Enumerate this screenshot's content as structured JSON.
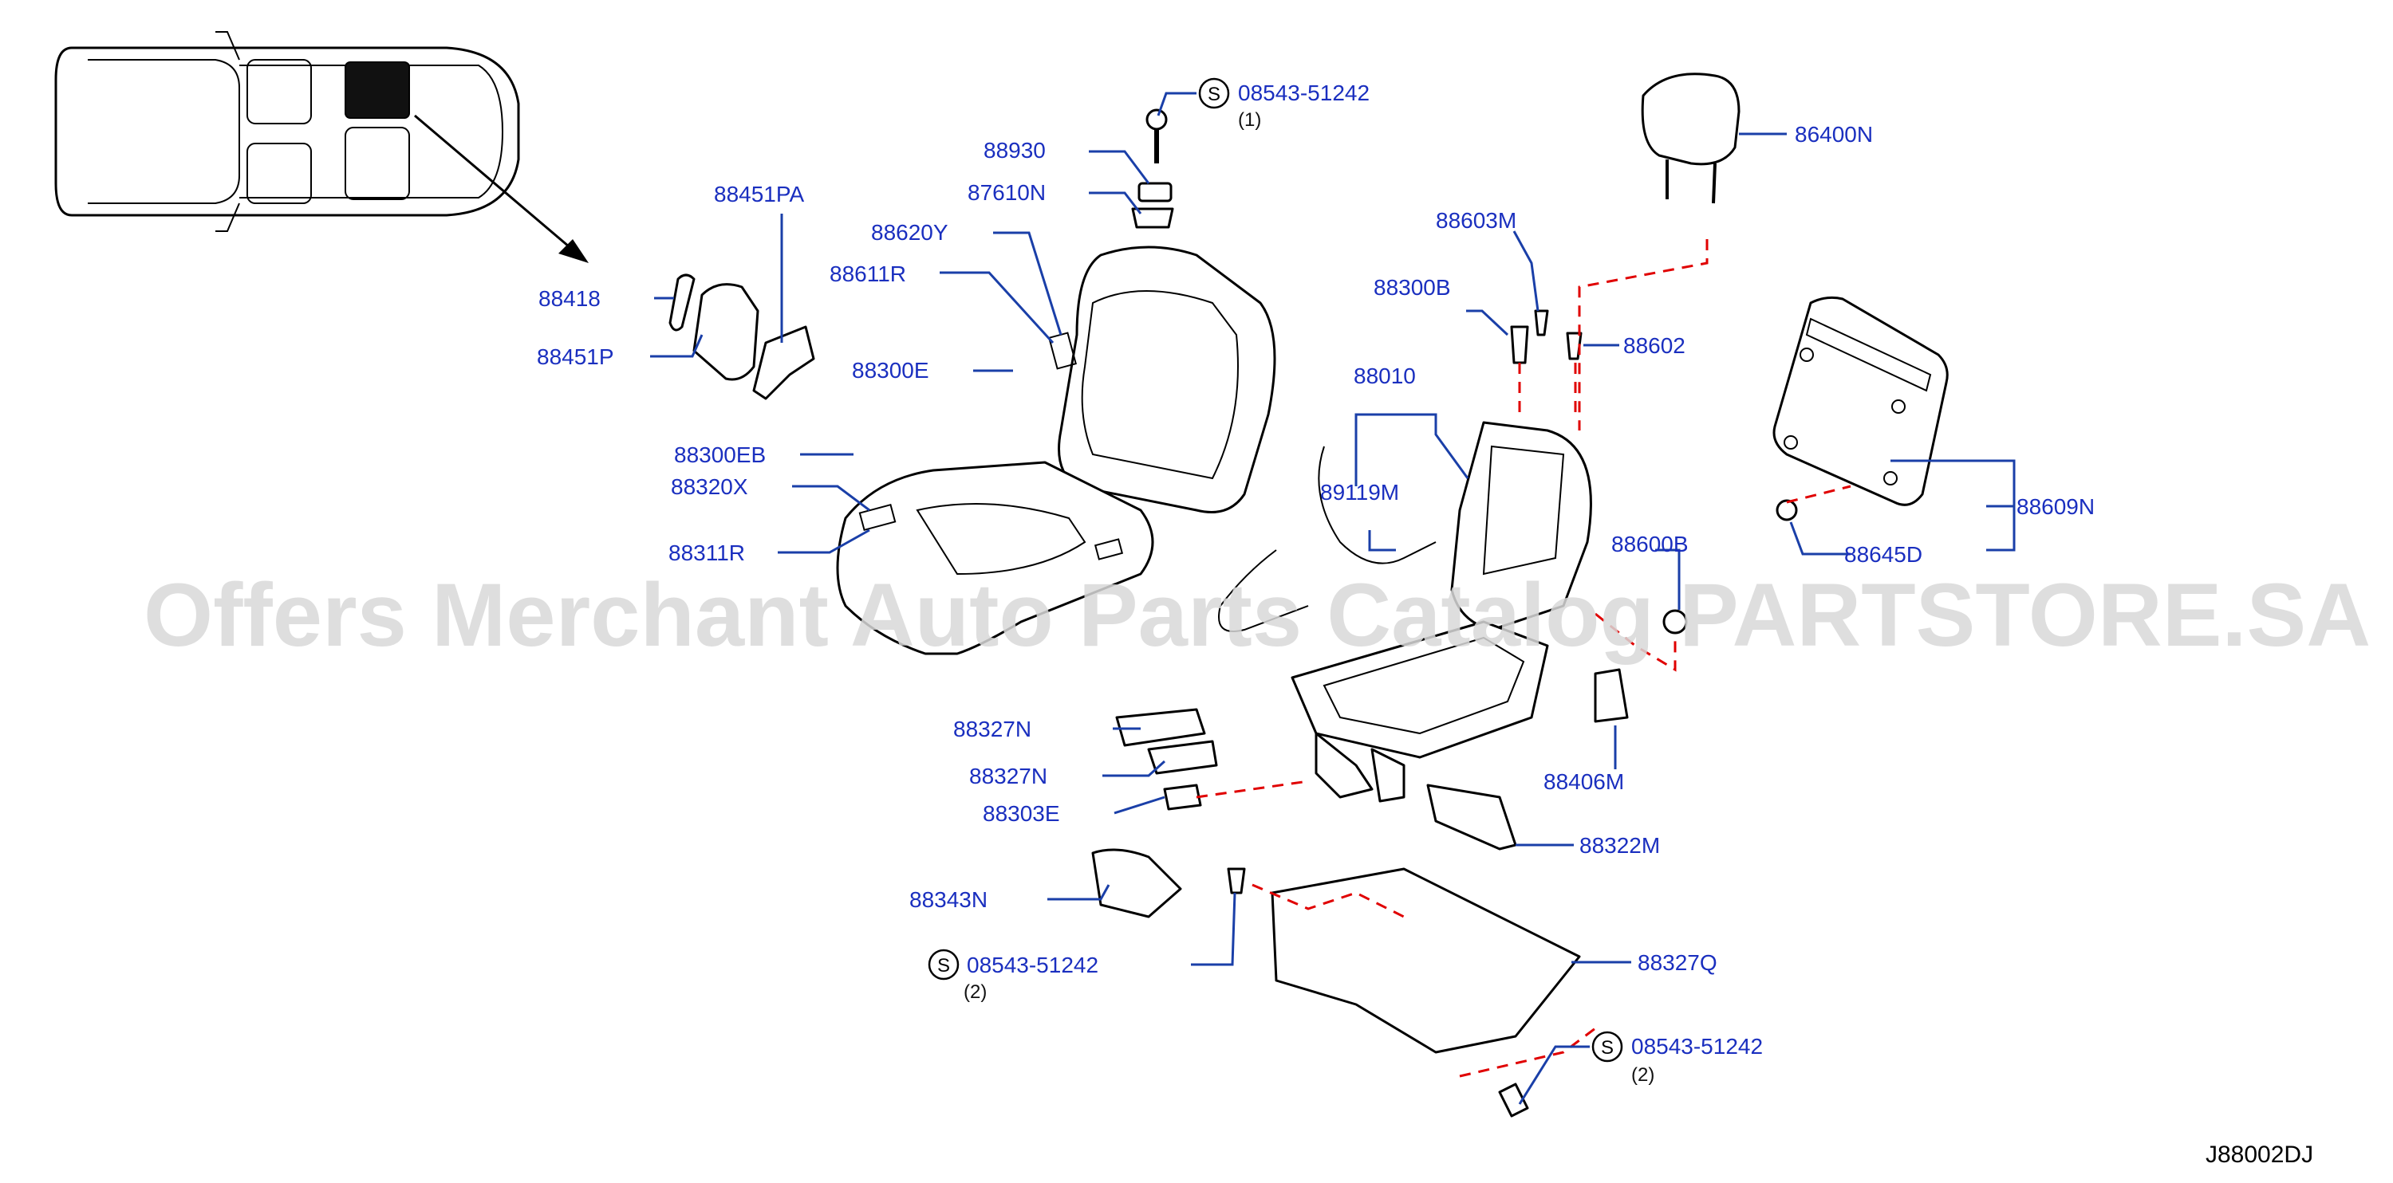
{
  "watermark": "Offers Merchant Auto Parts Catalog PARTSTORE.SA",
  "diagram_code": "J88002DJ",
  "screw_symbol": "S",
  "parts": {
    "p08543_top": {
      "number": "08543-51242",
      "qty": "(1)"
    },
    "p88930": "88930",
    "p87610N": "87610N",
    "p88620Y": "88620Y",
    "p88611R": "88611R",
    "p88300E": "88300E",
    "p88451PA": "88451PA",
    "p88418": "88418",
    "p88451P": "88451P",
    "p88300EB": "88300EB",
    "p88320X": "88320X",
    "p88311R": "88311R",
    "p86400N": "86400N",
    "p88603M": "88603M",
    "p88300B": "88300B",
    "p88602": "88602",
    "p88010": "88010",
    "p89119M": "89119M",
    "p88609N": "88609N",
    "p88600B": "88600B",
    "p88645D": "88645D",
    "p88327N_a": "88327N",
    "p88327N_b": "88327N",
    "p88303E": "88303E",
    "p88406M": "88406M",
    "p88322M": "88322M",
    "p88343N": "88343N",
    "p08543_left": {
      "number": "08543-51242",
      "qty": "(2)"
    },
    "p88327Q": "88327Q",
    "p08543_right": {
      "number": "08543-51242",
      "qty": "(2)"
    }
  }
}
